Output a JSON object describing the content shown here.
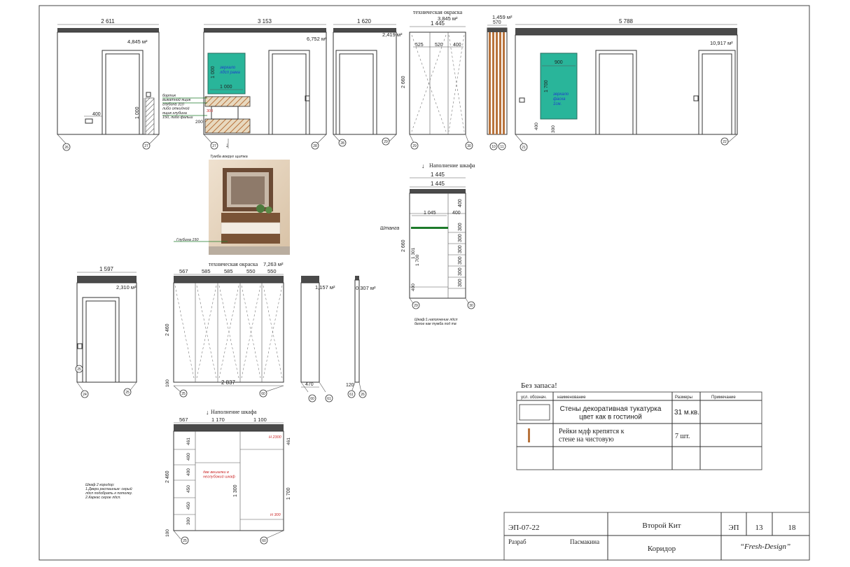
{
  "sheet": {
    "code": "ЭП-07-22",
    "project": "Второй Кит",
    "room": "Коридор",
    "stage": "ЭП",
    "sheet_no": "13",
    "sheets_total": "18",
    "role_label": "Разраб",
    "author": "Пасмакина",
    "studio": "“Fresh-Design”"
  },
  "elevations": {
    "e1": {
      "width": "2 611",
      "area": "4,845 м²",
      "height": "1 000",
      "offset": "400"
    },
    "e2": {
      "width": "3 153",
      "area": "6,752 м²",
      "mirror_w": "1 000",
      "mirror_h": "1 000",
      "mirror_label": "зеркало\nлдсп рама",
      "note": "бортик\nвыкатной ящик\nглубина 310\nлибо откидной\nящик глубина\n150, либо фальш",
      "d200": "200",
      "d300": "300"
    },
    "e3": {
      "width": "1 620",
      "area": "2,419 м²"
    },
    "e4": {
      "header": "техническая окраска",
      "area": "3,845 м²",
      "width": "1 445",
      "c1": "525",
      "c2": "520",
      "c3": "400",
      "height": "2 660"
    },
    "e5": {
      "area": "1,459 м²",
      "width": "570"
    },
    "e6": {
      "width": "5 788",
      "area": "10,917 м²",
      "mirror_w": "900",
      "mirror_h": "1 700",
      "mirror_label": "зеркало\nфаска\n1см.",
      "d400": "400",
      "d300": "300"
    },
    "photo_caption": "Тумба вокруг щитка",
    "photo_depth": "Глубина 150",
    "e7": {
      "width": "1 597",
      "area": "2,310 м²"
    },
    "e8": {
      "header": "техническая окраска",
      "area": "7,263 м²",
      "cols": [
        "567",
        "585",
        "585",
        "550",
        "550"
      ],
      "height": "2 460",
      "total": "2 837",
      "base": "100"
    },
    "e9": {
      "area": "1,157 м²",
      "width": "470"
    },
    "e10": {
      "area": "0,307 м²",
      "width": "120"
    }
  },
  "wardrobe1": {
    "title": "Наполнение шкафа",
    "w_outer": "1 445",
    "w_inner": "1 445",
    "w_left": "1 045",
    "w_right": "400",
    "top": "400",
    "rail": "Штанга",
    "height": "2 660",
    "hang": "1 301",
    "hang2": "1 700",
    "shelves": [
      "300",
      "300",
      "300",
      "300",
      "300",
      "300"
    ],
    "bottom": "400",
    "note": "Шкаф:1.наполнение лдсп\nбелое как тумба под тв"
  },
  "wardrobe2": {
    "title": "Наполнение шкафа",
    "cols": [
      "567",
      "1 170",
      "1 100"
    ],
    "left_shelves": [
      "461",
      "400",
      "400",
      "450",
      "450",
      "300"
    ],
    "height": "2 460",
    "base": "100",
    "inner": "1 300",
    "right_h": "1 700",
    "right_top": "461",
    "red1": "Н 2300",
    "red2": "две вешалки в\nнеглубокий шкаф",
    "red3": "Н 300",
    "note": "Шкаф 2 коридор:\n1.Двери распашные: серый\nлдсп подобрать к потолку.\n2.Каркас серое лдсп."
  },
  "spec": {
    "heading": "Без запаса!",
    "headers": [
      "усл. обознач.",
      "наименование",
      "Размеры",
      "Примечание"
    ],
    "rows": [
      {
        "name": "Стены декоративная тукатурка\nцвет как в гостиной",
        "size": "31 м.кв.",
        "note": ""
      },
      {
        "name": "Рейки мдф крепятся к\nстене на чистовую",
        "size": "7 шт.",
        "note": ""
      }
    ]
  },
  "markers": [
    "26",
    "27",
    "28",
    "29",
    "30",
    "10",
    "11",
    "21",
    "22",
    "24",
    "25",
    "60",
    "61"
  ],
  "colors": {
    "mirror": "#29b59a",
    "wood": "#b8733c",
    "cap": "#4a4a4a",
    "rail": "#1d7a2a"
  }
}
